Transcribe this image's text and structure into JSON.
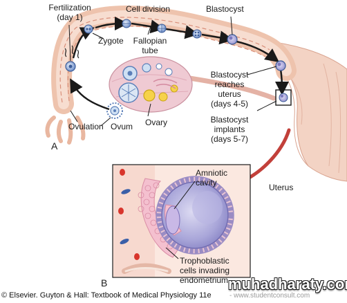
{
  "labels": {
    "fertilization_line1": "Fertilization",
    "fertilization_line2": "(day 1)",
    "cell_division": "Cell division",
    "blastocyst": "Blastocyst",
    "zygote": "Zygote",
    "fallopian_line1": "Fallopian",
    "fallopian_line2": "tube",
    "reaches_line1": "Blastocyst",
    "reaches_line2": "reaches",
    "reaches_line3": "uterus",
    "reaches_line4": "(days 4-5)",
    "implants_line1": "Blastocyst",
    "implants_line2": "implants",
    "implants_line3": "(days 5-7)",
    "ovulation": "Ovulation",
    "ovum": "Ovum",
    "ovary": "Ovary",
    "uterus": "Uterus",
    "amniotic_line1": "Amniotic",
    "amniotic_line2": "cavity",
    "tropho_line1": "Trophoblastic",
    "tropho_line2": "cells invading",
    "tropho_line3": "endometrium",
    "panel_a": "A",
    "panel_b": "B"
  },
  "credit": {
    "text": "© Elsevier. Guyton & Hall: Textbook of Medical Physiology 11e",
    "url": "- www.studentconsult.com"
  },
  "watermark": "muhadharaty.com",
  "colors": {
    "tube": "#f2c9b4",
    "tube_stripe": "#d98f7a",
    "ovary": "#ecc6cf",
    "blastocyst": "#a8a6d8",
    "trophoblast": "#f3b8c8",
    "arrow_red": "#c2403a",
    "blood_red": "#d8352c",
    "blood_blue": "#3a5fa8"
  }
}
